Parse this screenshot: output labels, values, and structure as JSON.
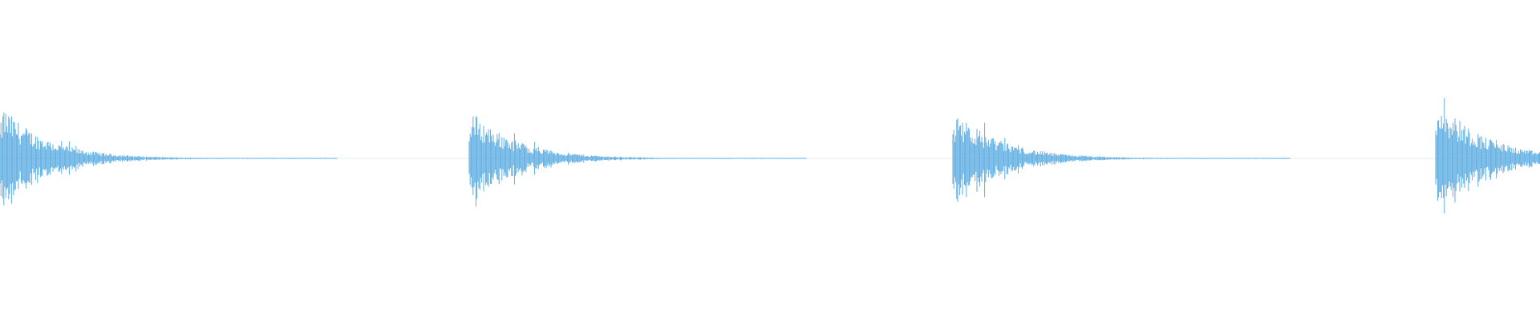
{
  "waveform": {
    "color": "#5dade2",
    "background": "#ffffff",
    "hits": [
      {
        "start_sec": 0.0,
        "peak": 0.5,
        "decay_sec": 0.8
      },
      {
        "start_sec": 1.0,
        "peak": 0.46,
        "decay_sec": 0.8
      },
      {
        "start_sec": 2.0,
        "peak": 0.47,
        "decay_sec": 0.8
      },
      {
        "start_sec": 3.0,
        "peak": 0.6,
        "decay_sec": 0.8
      }
    ],
    "duration_sec": 3.2
  }
}
